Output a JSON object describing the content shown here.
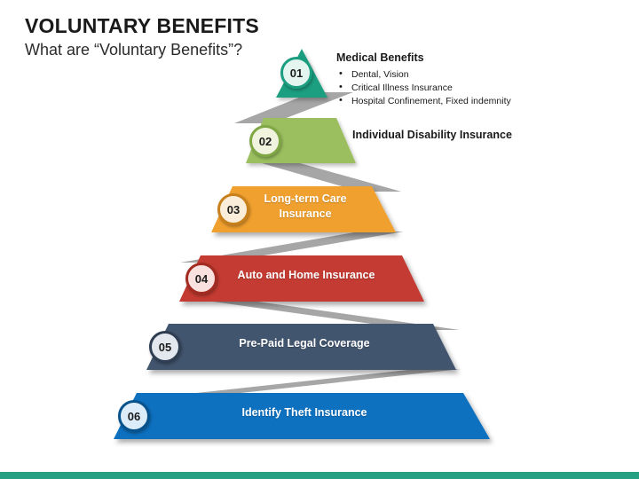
{
  "slide": {
    "title": "VOLUNTARY BENEFITS",
    "subtitle": "What are “Voluntary Benefits”?",
    "background_color": "#FFFFFF",
    "accent_bar_color": "#26A083",
    "band_color": "#A6A6A6"
  },
  "pyramid": {
    "tiers": [
      {
        "number": "01",
        "label": "Medical Benefits",
        "label_position": "outside",
        "color": "#1B9E80",
        "badge_border_color": "#1B9E80",
        "badge_fill_color": "#E3F5EE",
        "bullets": [
          "Dental, Vision",
          "Critical Illness Insurance",
          "Hospital Confinement, Fixed indemnity"
        ]
      },
      {
        "number": "02",
        "label": "Individual Disability Insurance",
        "label_position": "outside",
        "color": "#9BBF5E",
        "badge_border_color": "#7FA845",
        "badge_fill_color": "#F0F3DD",
        "bullets": []
      },
      {
        "number": "03",
        "label": "Long-term Care Insurance",
        "label_line_1": "Long-term Care",
        "label_line_2": "Insurance",
        "label_position": "inside",
        "color": "#F0A02E",
        "badge_border_color": "#C8801C",
        "badge_fill_color": "#FAEEDA",
        "bullets": []
      },
      {
        "number": "04",
        "label": "Auto and Home Insurance",
        "label_position": "inside",
        "color": "#C33A30",
        "badge_border_color": "#A22B22",
        "badge_fill_color": "#F8E1DF",
        "bullets": []
      },
      {
        "number": "05",
        "label": "Pre-Paid Legal Coverage",
        "label_position": "inside",
        "color": "#42546E",
        "badge_border_color": "#2F3D52",
        "badge_fill_color": "#E3E8EE",
        "bullets": []
      },
      {
        "number": "06",
        "label": "Identify Theft Insurance",
        "label_position": "inside",
        "color": "#0B71C0",
        "badge_border_color": "#06528C",
        "badge_fill_color": "#DCEDF9",
        "bullets": []
      }
    ]
  }
}
